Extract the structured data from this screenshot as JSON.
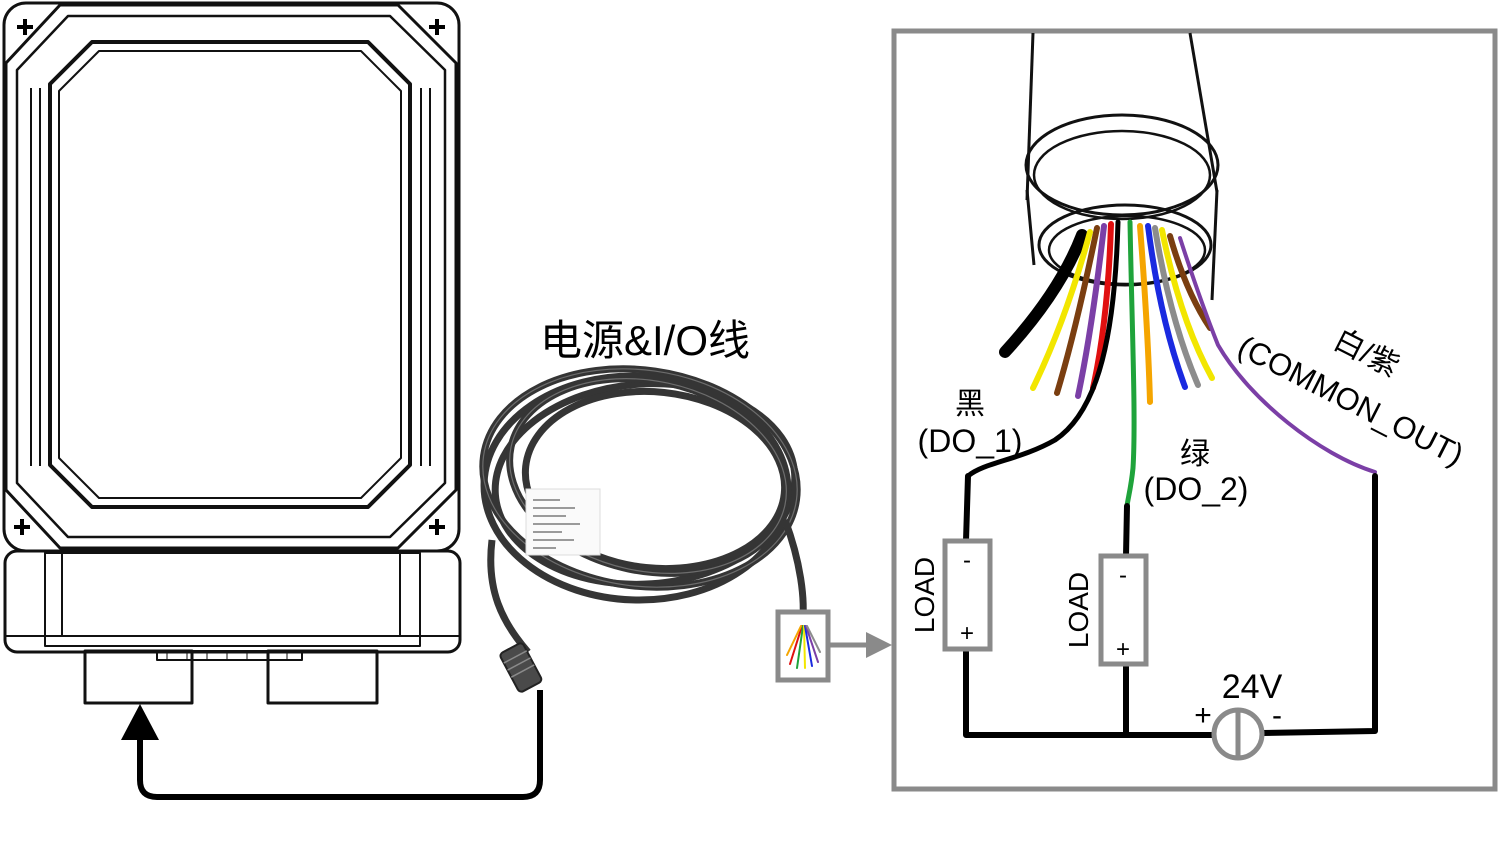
{
  "cable_title": "电源&I/O线",
  "wires": {
    "do1": {
      "color_label": "黑",
      "signal_label": "(DO_1)"
    },
    "do2": {
      "color_label": "绿",
      "signal_label": "(DO_2)"
    },
    "common": {
      "color_label": "白/紫",
      "signal_label": "(COMMON_OUT)"
    }
  },
  "loads": [
    {
      "label": "LOAD",
      "minus": "-",
      "plus": "+"
    },
    {
      "label": "LOAD",
      "minus": "-",
      "plus": "+"
    }
  ],
  "supply": {
    "voltage": "24V",
    "plus": "+",
    "minus": "-"
  },
  "colors": {
    "frame": "#8a8a8a",
    "cable": "#353535",
    "wire_black": "#000000",
    "wire_green": "#1fa33b",
    "wire_purple": "#7b3fa6",
    "wire_yellow": "#f2e600",
    "wire_brown": "#7a3e10",
    "wire_red": "#e01010",
    "wire_orange": "#f5a500",
    "wire_blue": "#1a2ae0",
    "wire_gray": "#8c8c8c"
  },
  "icons": {
    "screw": "screw-icon",
    "connection_arrow": "arrow-up-icon",
    "detail_arrow": "arrow-right-icon",
    "supply_symbol": "dc-source-icon"
  }
}
